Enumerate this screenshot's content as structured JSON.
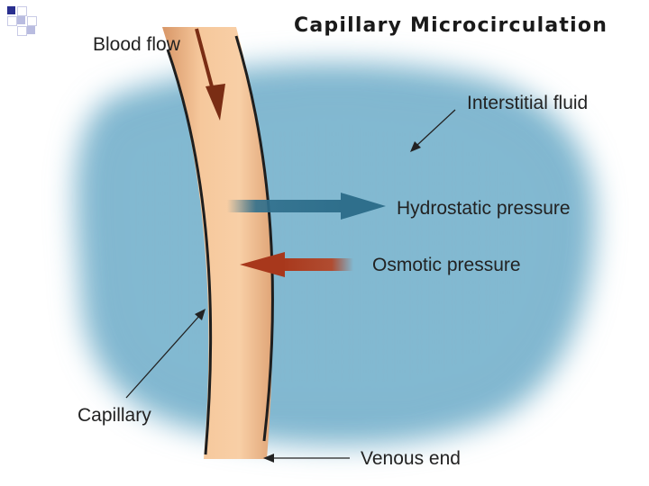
{
  "title": "Capillary Microcirculation",
  "labels": {
    "blood_flow": "Blood flow",
    "interstitial_fluid": "Interstitial fluid",
    "hydrostatic_pressure": "Hydrostatic pressure",
    "osmotic_pressure": "Osmotic pressure",
    "capillary": "Capillary",
    "venous_end": "Venous end"
  },
  "colors": {
    "fluid": "#7fb6cf",
    "capillary_fill": "#f2bf92",
    "capillary_outline": "#1e1e1e",
    "hydrostatic_arrow": "#2f6f8c",
    "osmotic_arrow": "#a8381c",
    "blood_flow_arrow": "#7a2d14",
    "corner_square": "#2a2f8f"
  }
}
